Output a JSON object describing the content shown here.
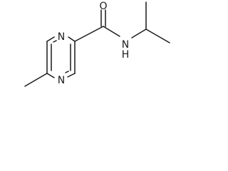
{
  "molecule": {
    "atoms": {
      "n1": "N",
      "n4": "N",
      "carbonyl_o": "O",
      "amide_n": "N",
      "amide_h": "H"
    }
  },
  "colors": {
    "ink": "#1a1a1a",
    "background": "#ffffff"
  }
}
